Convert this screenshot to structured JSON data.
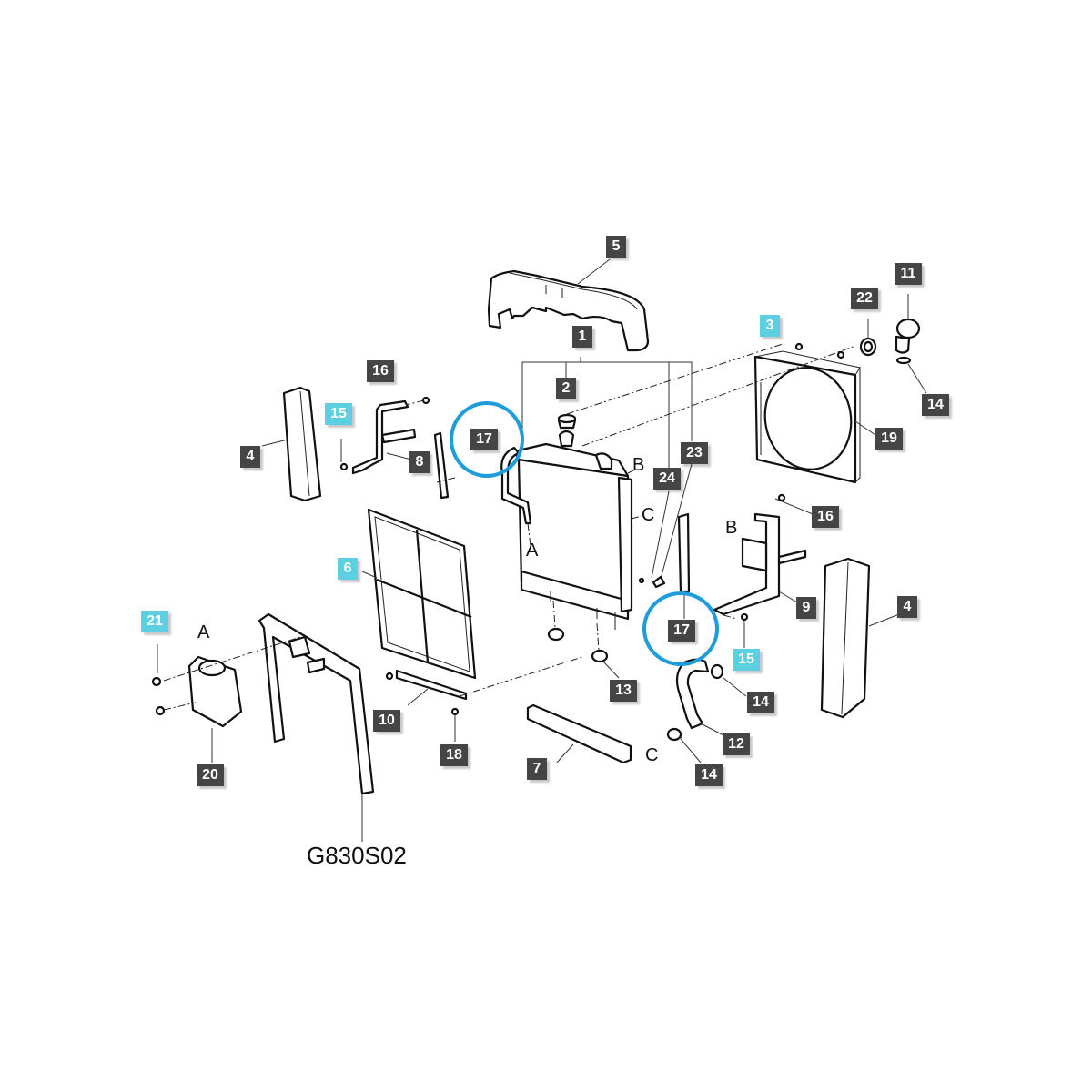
{
  "diagram": {
    "code": "G830S02",
    "colors": {
      "callout_dark": "#454545",
      "callout_highlight": "#5ccfe0",
      "highlight_ring": "#1e9cdb",
      "line": "#111111",
      "background": "#ffffff"
    },
    "connection_letters": {
      "A_radiator": "A",
      "A_tank": "A",
      "B_radiator": "B",
      "B_bracket": "B",
      "C_radiator": "C",
      "C_hose": "C"
    },
    "callouts": [
      {
        "id": "c5",
        "label": "5",
        "style": "dark"
      },
      {
        "id": "c1",
        "label": "1",
        "style": "dark"
      },
      {
        "id": "c2",
        "label": "2",
        "style": "dark"
      },
      {
        "id": "c11",
        "label": "11",
        "style": "dark"
      },
      {
        "id": "c22",
        "label": "22",
        "style": "dark"
      },
      {
        "id": "c3",
        "label": "3",
        "style": "highlight"
      },
      {
        "id": "c14a",
        "label": "14",
        "style": "dark"
      },
      {
        "id": "c16a",
        "label": "16",
        "style": "dark"
      },
      {
        "id": "c15a",
        "label": "15",
        "style": "highlight"
      },
      {
        "id": "c4a",
        "label": "4",
        "style": "dark"
      },
      {
        "id": "c8",
        "label": "8",
        "style": "dark"
      },
      {
        "id": "c17a",
        "label": "17",
        "style": "dark",
        "ringed": true
      },
      {
        "id": "c19",
        "label": "19",
        "style": "dark"
      },
      {
        "id": "c23",
        "label": "23",
        "style": "dark"
      },
      {
        "id": "c24",
        "label": "24",
        "style": "dark"
      },
      {
        "id": "c16b",
        "label": "16",
        "style": "dark"
      },
      {
        "id": "c6",
        "label": "6",
        "style": "highlight"
      },
      {
        "id": "c9",
        "label": "9",
        "style": "dark"
      },
      {
        "id": "c4b",
        "label": "4",
        "style": "dark"
      },
      {
        "id": "c21",
        "label": "21",
        "style": "highlight"
      },
      {
        "id": "c17b",
        "label": "17",
        "style": "dark",
        "ringed": true
      },
      {
        "id": "c15b",
        "label": "15",
        "style": "highlight"
      },
      {
        "id": "c13",
        "label": "13",
        "style": "dark"
      },
      {
        "id": "c14b",
        "label": "14",
        "style": "dark"
      },
      {
        "id": "c10",
        "label": "10",
        "style": "dark"
      },
      {
        "id": "c18",
        "label": "18",
        "style": "dark"
      },
      {
        "id": "c12",
        "label": "12",
        "style": "dark"
      },
      {
        "id": "c20",
        "label": "20",
        "style": "dark"
      },
      {
        "id": "c7",
        "label": "7",
        "style": "dark"
      },
      {
        "id": "c14c",
        "label": "14",
        "style": "dark"
      }
    ]
  }
}
